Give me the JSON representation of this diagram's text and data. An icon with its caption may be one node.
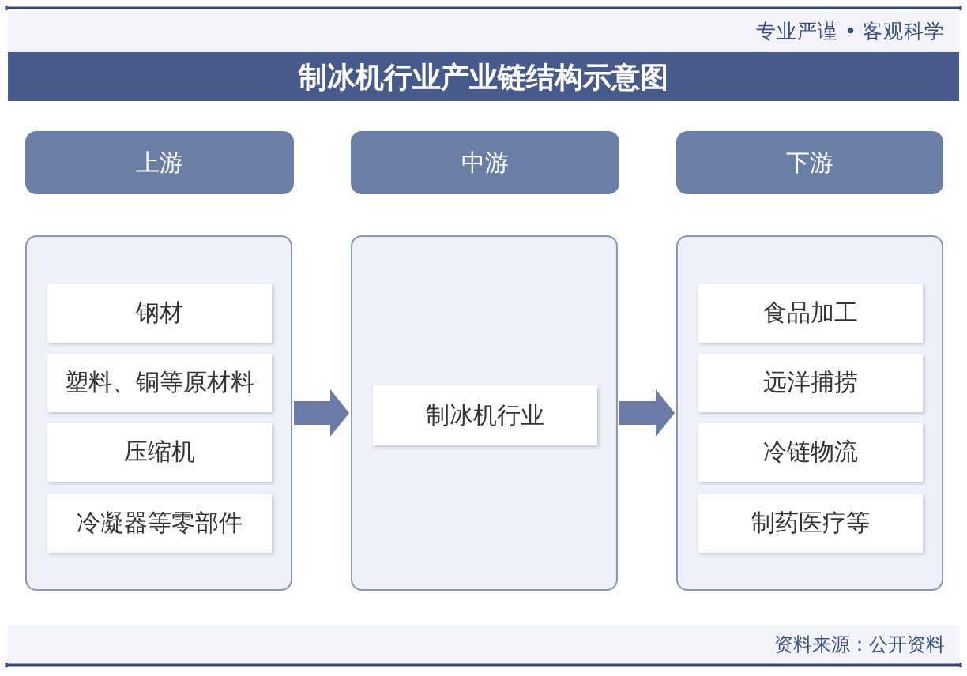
{
  "diagram": {
    "title": "制冰机行业产业链结构示意图",
    "nodes": [
      {
        "text": [
          "上游"
        ]
      },
      {
        "text": [
          "中游"
        ]
      },
      {
        "text": [
          "下游"
        ]
      },
      {
        "text": [],
        "shape": "box"
      },
      {
        "text": [
          "钢材"
        ],
        "in": 3
      },
      {
        "text": [
          "塑料、铜等原材料"
        ],
        "in": 3
      },
      {
        "text": [
          "压缩机"
        ],
        "in": 3
      },
      {
        "text": [
          "冷凝器等零部件"
        ],
        "in": 3
      },
      {
        "text": [],
        "shape": "box"
      },
      {
        "text": [
          "制冰机行业"
        ],
        "in": 8
      },
      {
        "text": [],
        "shape": "box"
      },
      {
        "text": [
          "食品加工"
        ],
        "in": 10
      },
      {
        "text": [
          "远洋捕捞"
        ],
        "in": 10
      },
      {
        "text": [
          "冷链物流"
        ],
        "in": 10
      },
      {
        "text": [
          "制药医疗等"
        ],
        "in": 10
      }
    ],
    "edges": [
      {
        "from": 3,
        "to": 8,
        "arrow": "to"
      },
      {
        "from": 8,
        "to": 10,
        "arrow": "to"
      }
    ],
    "labels": [
      "专业严谨 • 客观科学",
      "资料来源：公开资料"
    ]
  }
}
